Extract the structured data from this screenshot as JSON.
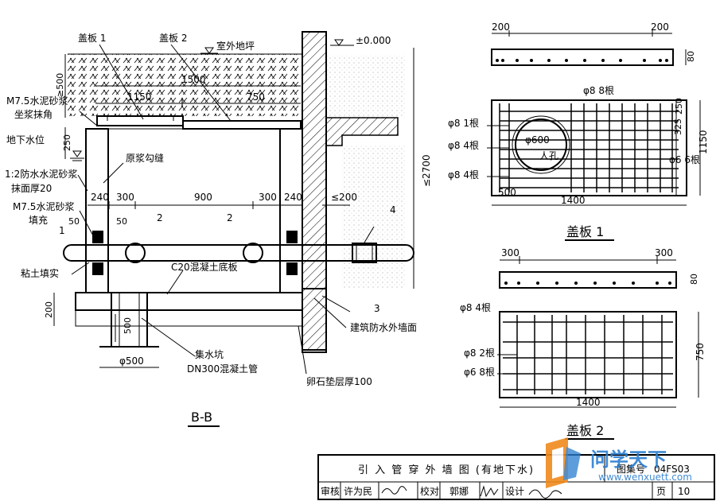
{
  "section": {
    "cover1": "盖板 1",
    "cover2": "盖板 2",
    "outdoor_ground": "室外地坪",
    "elevation": "±0.000",
    "dim_500": "≥500",
    "dim_1500": "1500",
    "dim_1150": "1150",
    "dim_750": "750",
    "mortar_a": "M7.5水泥砂浆",
    "mortar_b": "坐浆抹角",
    "groundwater": "地下水位",
    "dim_250": "250",
    "raw_joint": "原浆勾缝",
    "waterproof_a": "1:2防水水泥砂浆",
    "waterproof_b": "抹面厚20",
    "dim_240a": "240",
    "dim_300a": "300",
    "dim_900": "900",
    "dim_300b": "300",
    "dim_240b": "240",
    "dim_le200": "≤200",
    "dim_2700": "≤2700",
    "fill_a": "M7.5水泥砂浆",
    "fill_b": "填充",
    "dim_50a": "50",
    "dim_50b": "50",
    "tag1": "1",
    "tag2a": "2",
    "tag2b": "2",
    "tag3": "3",
    "tag4": "4",
    "clay": "粘土填实",
    "c20": "C20混凝土底板",
    "dim_200": "200",
    "dim_500b": "500",
    "pit_dia": "φ500",
    "pit": "集水坑",
    "dn300": "DN300混凝土管",
    "wall_wp": "建筑防水外墙面",
    "gravel": "卵石垫层厚100",
    "label": "B-B"
  },
  "cover1": {
    "dim_200a": "200",
    "dim_200b": "200",
    "dim_80": "80",
    "bar_top": "φ8  8根",
    "bar_1": "φ8  1根",
    "bar_4a": "φ8  4根",
    "bar_4b": "φ8  4根",
    "bar_6": "φ6  6根",
    "hole": "φ600",
    "hole_label": "人孔",
    "dim_250": "250",
    "dim_325": "325",
    "dim_1150": "1150",
    "dim_500": "500",
    "dim_1400": "1400",
    "title": "盖板  1"
  },
  "cover2": {
    "dim_300a": "300",
    "dim_300b": "300",
    "dim_80": "80",
    "bar_4": "φ8  4根",
    "bar_2": "φ8  2根",
    "bar_8": "φ6  8根",
    "dim_750": "750",
    "dim_1400": "1400",
    "title": "盖板  2"
  },
  "title_block": {
    "title": "引 入 管 穿 外 墙 图 (有地下水)",
    "atlas_label": "图集号",
    "atlas_no": "04FS03",
    "review": "审核",
    "reviewer": "许为民",
    "check": "校对",
    "checker": "郭娜",
    "design": "设计",
    "page_label": "页",
    "page_no": "10"
  },
  "watermark": {
    "brand": "问学天下",
    "url": "www.wenxuett.com"
  }
}
